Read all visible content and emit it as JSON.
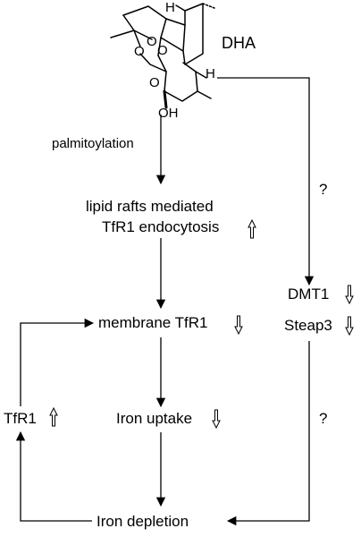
{
  "diagram": {
    "molecule": {
      "name": "DHA",
      "atoms": {
        "oh": "OH",
        "h_top": "H",
        "h_right": "H",
        "o1": "O",
        "o2": "O",
        "o3": "O",
        "o4": "O"
      }
    },
    "labels": {
      "palmitoylation": "palmitoylation",
      "rafts_line1": "lipid rafts mediated",
      "rafts_line2": "TfR1 endocytosis",
      "membrane_tfr1": "membrane TfR1",
      "iron_uptake": "Iron uptake",
      "iron_depletion": "Iron depletion",
      "tfr1": "TfR1",
      "dmt1": "DMT1",
      "steap3": "Steap3",
      "question_top": "?",
      "question_bottom": "?"
    },
    "indicators": {
      "rafts_endocytosis": "up",
      "membrane_tfr1": "down",
      "iron_uptake": "down",
      "tfr1": "up",
      "dmt1": "down",
      "steap3": "down"
    },
    "colors": {
      "line": "#000000",
      "background": "#ffffff"
    }
  }
}
